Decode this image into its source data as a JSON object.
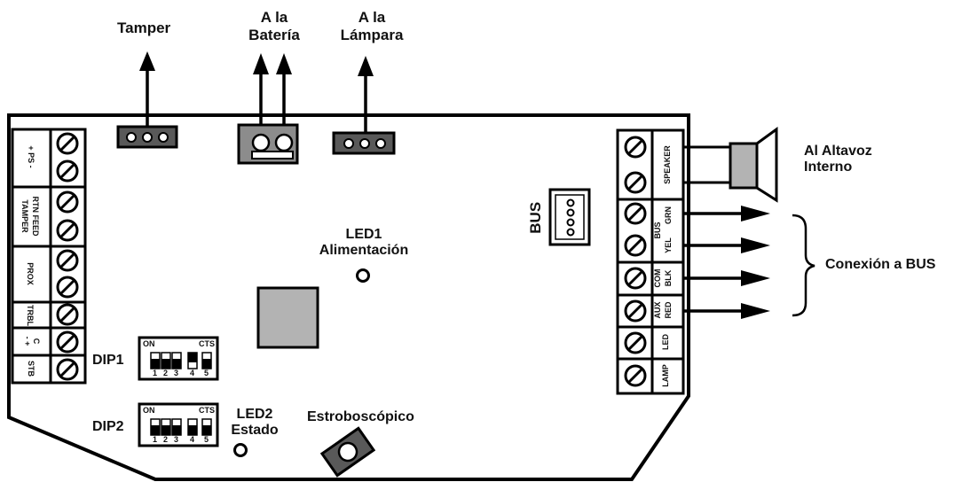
{
  "labels": {
    "tamper": "Tamper",
    "bateria_1": "A la",
    "bateria_2": "Batería",
    "lampara_1": "A la",
    "lampara_2": "Lámpara",
    "altavoz_1": "Al Altavoz",
    "altavoz_2": "Interno",
    "bus": "BUS",
    "led1_1": "LED1",
    "led1_2": "Alimentación",
    "conexion_bus": "Conexión a BUS",
    "dip1": "DIP1",
    "dip2": "DIP2",
    "led2_1": "LED2",
    "led2_2": "Estado",
    "estroboscopico": "Estroboscópico"
  },
  "left_terminals": {
    "ps": "+ PS -",
    "rtn_feed": "RTN FEED",
    "tamper": "TAMPER",
    "prox": "PROX",
    "trbl": "TRBL",
    "c": "C",
    "pm": "- +",
    "stb": "STB"
  },
  "right_terminals": {
    "speaker": "SPEAKER",
    "bus": "BUS",
    "grn": "GRN",
    "yel": "YEL",
    "com": "COM",
    "blk": "BLK",
    "aux": "AUX",
    "red": "RED",
    "led": "LED",
    "lamp": "LAMP"
  },
  "dip_switches": {
    "on_label": "ON",
    "cts_label": "CTS",
    "numbers": [
      "1",
      "2",
      "3",
      "4",
      "5"
    ]
  },
  "colors": {
    "gray_fill": "#b3b3b3",
    "dark_gray": "#595959",
    "line": "#000000"
  }
}
